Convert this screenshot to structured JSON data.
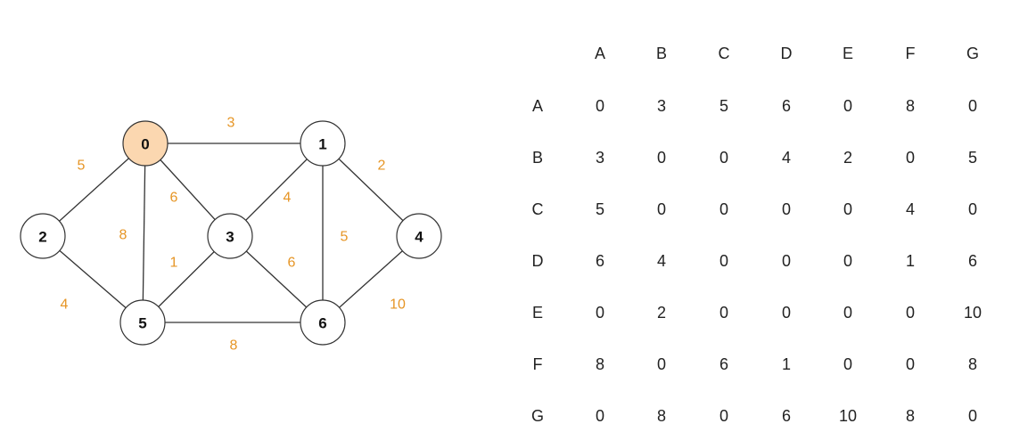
{
  "colors": {
    "highlight_fill": "#fbd7b0",
    "node_fill": "#ffffff",
    "weight_text": "#e69525"
  },
  "graph": {
    "nodes": [
      {
        "id": "0",
        "highlighted": true
      },
      {
        "id": "1"
      },
      {
        "id": "2"
      },
      {
        "id": "3"
      },
      {
        "id": "4"
      },
      {
        "id": "5"
      },
      {
        "id": "6"
      }
    ],
    "edges": [
      {
        "from": "0",
        "to": "1",
        "weight": "3"
      },
      {
        "from": "0",
        "to": "2",
        "weight": "5"
      },
      {
        "from": "0",
        "to": "3",
        "weight": "6"
      },
      {
        "from": "0",
        "to": "5",
        "weight": "8"
      },
      {
        "from": "1",
        "to": "3",
        "weight": "4"
      },
      {
        "from": "1",
        "to": "6",
        "weight": "5"
      },
      {
        "from": "1",
        "to": "4",
        "weight": "2"
      },
      {
        "from": "2",
        "to": "5",
        "weight": "4"
      },
      {
        "from": "3",
        "to": "5",
        "weight": "1"
      },
      {
        "from": "3",
        "to": "6",
        "weight": "6"
      },
      {
        "from": "5",
        "to": "6",
        "weight": "8"
      },
      {
        "from": "4",
        "to": "6",
        "weight": "10"
      }
    ]
  },
  "matrix": {
    "col_headers": [
      "A",
      "B",
      "C",
      "D",
      "E",
      "F",
      "G"
    ],
    "row_headers": [
      "A",
      "B",
      "C",
      "D",
      "E",
      "F",
      "G"
    ],
    "rows": [
      [
        "0",
        "3",
        "5",
        "6",
        "0",
        "8",
        "0"
      ],
      [
        "3",
        "0",
        "0",
        "4",
        "2",
        "0",
        "5"
      ],
      [
        "5",
        "0",
        "0",
        "0",
        "0",
        "4",
        "0"
      ],
      [
        "6",
        "4",
        "0",
        "0",
        "0",
        "1",
        "6"
      ],
      [
        "0",
        "2",
        "0",
        "0",
        "0",
        "0",
        "10"
      ],
      [
        "8",
        "0",
        "6",
        "1",
        "0",
        "0",
        "8"
      ],
      [
        "0",
        "8",
        "0",
        "6",
        "10",
        "8",
        "0"
      ]
    ]
  }
}
